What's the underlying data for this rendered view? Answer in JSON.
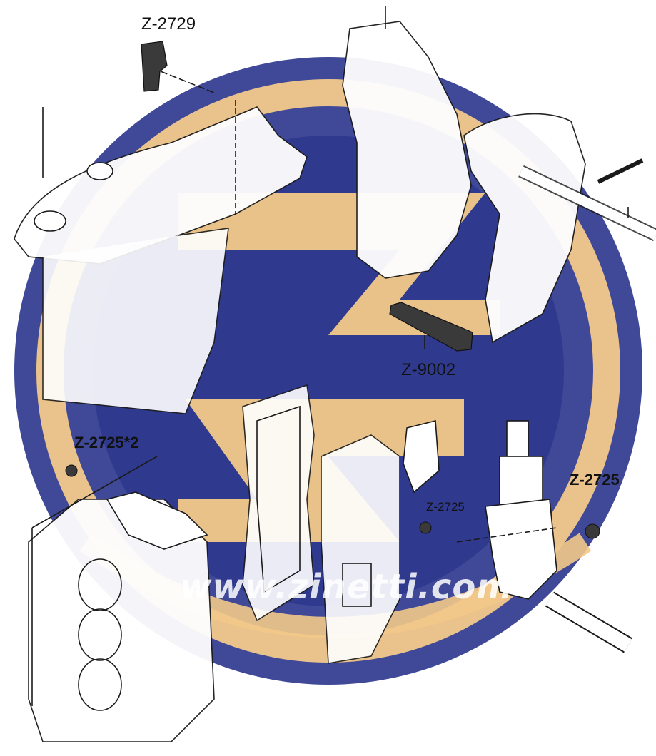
{
  "watermark": {
    "text": "www.zinetti.com",
    "colors": {
      "blue": "#2f3a8f",
      "gold": "#f3c98a",
      "white": "#ffffff"
    }
  },
  "labels": {
    "z2729": "Z-2729",
    "z9002": "Z-9002",
    "z2725x2": "Z-2725*2",
    "z2725_small": "Z-2725",
    "z2725_right": "Z-2725"
  },
  "colors": {
    "line": "#1a1a1a",
    "part_fill": "#3a3a3a"
  }
}
